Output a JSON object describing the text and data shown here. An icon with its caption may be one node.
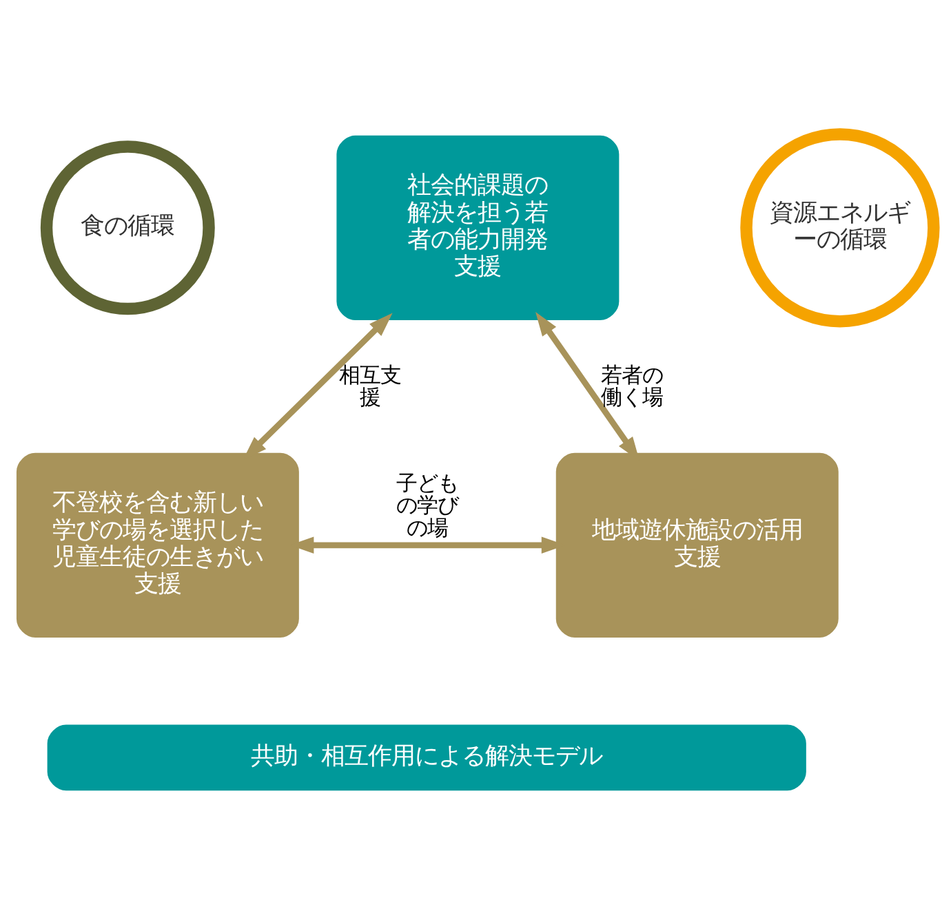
{
  "diagram": {
    "nodes": [
      {
        "text": [
          "社会的課題の解決を担う若者の能力開発支援"
        ]
      },
      {
        "text": [
          "不登校を含む新しい学びの場を選択した児童生徒の生きがい支援"
        ]
      },
      {
        "text": [
          "地域遊休施設の活用支援"
        ]
      },
      {
        "text": [
          "食の循環"
        ]
      },
      {
        "text": [
          "資源エネルギーの循環"
        ]
      },
      {
        "text": [
          "共助・相互作用による解決モデル"
        ]
      }
    ],
    "edges": [
      {
        "from": 1,
        "to": 0,
        "arrow": "both",
        "label": "相互支援"
      },
      {
        "from": 2,
        "to": 0,
        "arrow": "both",
        "label": "若者の働く場"
      },
      {
        "from": 1,
        "to": 2,
        "arrow": "both",
        "label": "子どもの学びの場"
      }
    ]
  }
}
